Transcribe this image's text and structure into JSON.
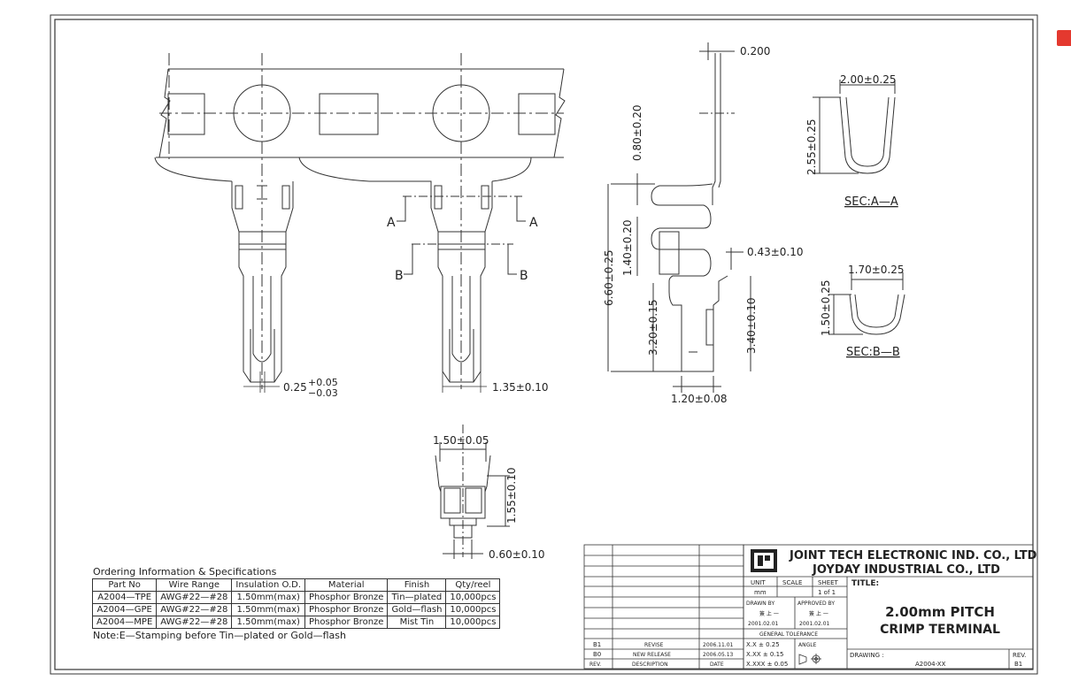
{
  "dims": {
    "top_thickness": "0.200",
    "open_width": "2.00±0.25",
    "open_height": "2.55±0.25",
    "sec_a": "SEC:A—A",
    "dim_080": "0.80±0.20",
    "dim_140": "1.40±0.20",
    "dim_660": "6.60±0.25",
    "dim_043": "0.43±0.10",
    "dim_320": "3.20±0.15",
    "dim_340": "3.40±0.10",
    "dim_120": "1.20±0.08",
    "bottom_width": "1.70±0.25",
    "bottom_height": "1.50±0.25",
    "sec_b": "SEC:B—B",
    "width_025": "0.25",
    "tol_plus": "+0.05",
    "tol_minus": "−0.03",
    "width_135": "1.35±0.10",
    "top_150": "1.50±0.05",
    "height_155": "1.55±0.10",
    "width_060": "0.60±0.10",
    "label_A": "A",
    "label_B": "B"
  },
  "ordering": {
    "title": "Ordering Information & Specifications",
    "headers": [
      "Part No",
      "Wire Range",
      "Insulation O.D.",
      "Material",
      "Finish",
      "Qty/reel"
    ],
    "rows": [
      [
        "A2004—TPE",
        "AWG#22—#28",
        "1.50mm(max)",
        "Phosphor Bronze",
        "Tin—plated",
        "10,000pcs"
      ],
      [
        "A2004—GPE",
        "AWG#22—#28",
        "1.50mm(max)",
        "Phosphor Bronze",
        "Gold—flash",
        "10,000pcs"
      ],
      [
        "A2004—MPE",
        "AWG#22—#28",
        "1.50mm(max)",
        "Phosphor Bronze",
        "Mist Tin",
        "10,000pcs"
      ]
    ],
    "note": "Note:E—Stamping before Tin—plated or Gold—flash"
  },
  "title_block": {
    "company_1": "JOINT TECH ELECTRONIC IND. CO., LTD",
    "company_2": "JOYDAY INDUSTRIAL CO., LTD",
    "unit_label": "UNIT",
    "unit_value": "mm",
    "scale_label": "SCALE",
    "sheet_label": "SHEET",
    "sheet_value": "1 of 1",
    "title_label": "TITLE:",
    "drawn_by": "DRAWN BY",
    "approved_by": "APPROVED BY",
    "drawn_sig": "簽 上 一",
    "approved_sig": "簽 上 一",
    "drawn_date": "2001.02.01",
    "approved_date": "2001.02.01",
    "tolerance_label": "GENERAL TOLERANCE",
    "tol_1": "X.X ± 0.25",
    "tol_2": "X.XX ± 0.15",
    "tol_3": "X.XXX ± 0.05",
    "angle_label": "ANGLE",
    "title_1": "2.00mm PITCH",
    "title_2": "CRIMP TERMINAL",
    "drawing_no_label": "DRAWING :",
    "drawing_no": "A2004-XX",
    "rev_label": "REV.",
    "rev_value": "B1",
    "rev_b1": "B1",
    "rev_b1_desc": "REVISE",
    "rev_b1_date": "2006.11.01",
    "rev_b0": "B0",
    "rev_b0_desc": "NEW RELEASE",
    "rev_b0_date": "2006.05.13",
    "rev_hdr": "REV.",
    "desc_hdr": "DESCRIPTION",
    "date_hdr": "DATE"
  },
  "colors": {
    "line": "#333333",
    "badge": "#e4392f"
  }
}
